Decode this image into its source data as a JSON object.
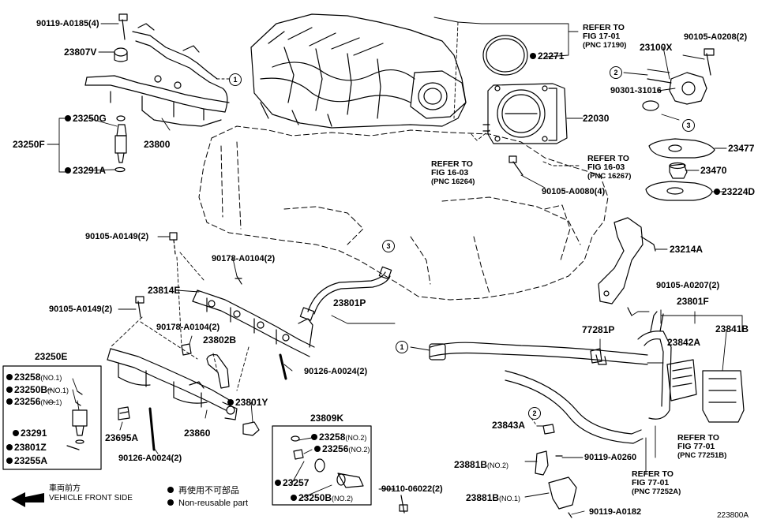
{
  "diagram_code": "223800A",
  "legend": {
    "item1": "再使用不可部品",
    "item2": "Non-reusable part"
  },
  "front_side": {
    "zh": "車両前方",
    "en": "VEHICLE FRONT SIDE"
  },
  "markers": [
    "1",
    "2",
    "3"
  ],
  "references": [
    {
      "line1": "REFER TO",
      "line2": "FIG 17-01",
      "pnc": "(PNC 17190)"
    },
    {
      "line1": "REFER TO",
      "line2": "FIG 16-03",
      "pnc": "(PNC 16264)"
    },
    {
      "line1": "REFER TO",
      "line2": "FIG 16-03",
      "pnc": "(PNC 16267)"
    },
    {
      "line1": "REFER TO",
      "line2": "FIG 77-01",
      "pnc": "(PNC 77251B)"
    },
    {
      "line1": "REFER TO",
      "line2": "FIG 77-01",
      "pnc": "(PNC 77252A)"
    }
  ],
  "parts": {
    "p90119_A0185": "90119-A0185(4)",
    "p23807V": "23807V",
    "p23250G": "23250G",
    "p23250F": "23250F",
    "p23800": "23800",
    "p23291A": "23291A",
    "p22271": "22271",
    "p22030": "22030",
    "p23100X": "23100X",
    "p90105_A0208": "90105-A0208(2)",
    "p90301_31016": "90301-31016",
    "p23477": "23477",
    "p23470": "23470",
    "p23224D": "23224D",
    "p90105_A0080": "90105-A0080(4)",
    "p23214A": "23214A",
    "p90105_A0149_top": "90105-A0149(2)",
    "p90178_A0104_top": "90178-A0104(2)",
    "p23814E": "23814E",
    "p23801P": "23801P",
    "p90105_A0149_mid": "90105-A0149(2)",
    "p90178_A0104_mid": "90178-A0104(2)",
    "p23802B": "23802B",
    "p90126_A0024_r": "90126-A0024(2)",
    "p23801Y": "23801Y",
    "p23250E": "23250E",
    "p23258_no1": "23258",
    "p23258_no1_s": "(NO.1)",
    "p23250B_no1": "23250B",
    "p23250B_no1_s": "(NO.1)",
    "p23256_no1": "23256",
    "p23256_no1_s": "(NO.1)",
    "p23291": "23291",
    "p23801Z": "23801Z",
    "p23255A": "23255A",
    "p23695A": "23695A",
    "p23860": "23860",
    "p90126_A0024_l": "90126-A0024(2)",
    "p23809K": "23809K",
    "p23258_no2": "23258",
    "p23258_no2_s": "(NO.2)",
    "p23256_no2": "23256",
    "p23256_no2_s": "(NO.2)",
    "p23257": "23257",
    "p23250B_no2": "23250B",
    "p23250B_no2_s": "(NO.2)",
    "p90110_06022": "90110-06022(2)",
    "p77281P": "77281P",
    "p23801F": "23801F",
    "p23842A": "23842A",
    "p23841B": "23841B",
    "p90105_A0207": "90105-A0207(2)",
    "p23843A": "23843A",
    "p23881B_no2": "23881B",
    "p23881B_no2_s": "(NO.2)",
    "p90119_A0260": "90119-A0260",
    "p23881B_no1": "23881B",
    "p23881B_no1_s": "(NO.1)",
    "p90119_A0182": "90119-A0182"
  }
}
